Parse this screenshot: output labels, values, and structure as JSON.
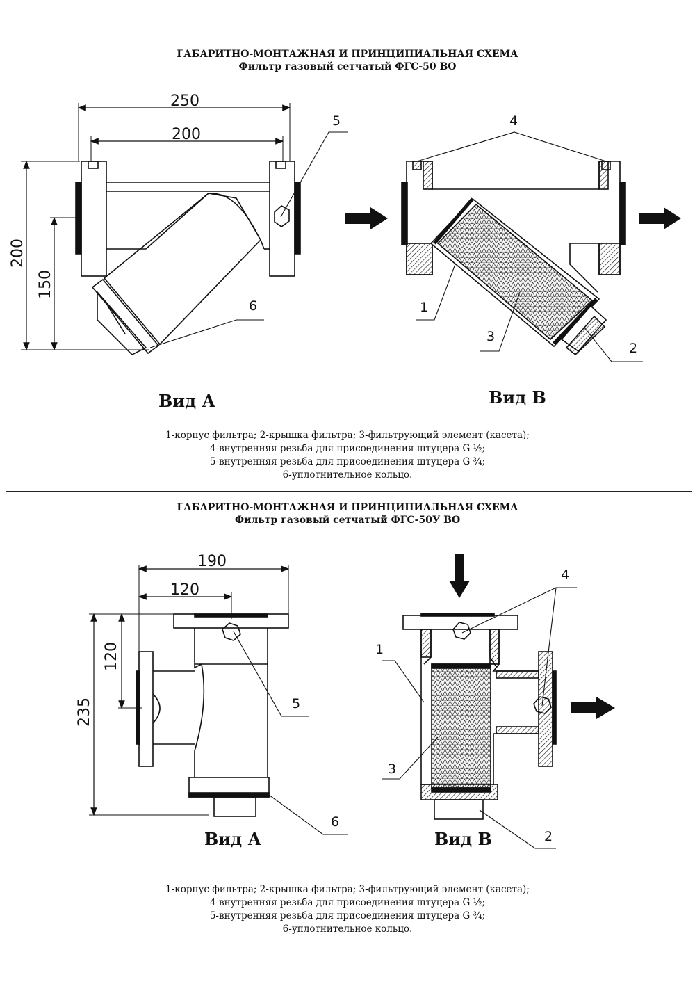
{
  "section1": {
    "title_line1": "ГАБАРИТНО-МОНТАЖНАЯ И ПРИНЦИПИАЛЬНАЯ СХЕМА",
    "title_line2": "Фильтр газовый сетчатый ФГС-50 ВО",
    "view_a": "Вид А",
    "view_b": "Вид В",
    "dims": {
      "d250": "250",
      "d200w": "200",
      "d200h": "200",
      "d150": "150"
    },
    "callouts": {
      "c1": "1",
      "c2": "2",
      "c3": "3",
      "c4": "4",
      "c5": "5",
      "c6": "6"
    },
    "legend": [
      "1-корпус фильтра; 2-крышка фильтра; 3-фильтрующий элемент (касета);",
      "4-внутренняя резьба для присоединения штуцера G ½;",
      "5-внутренняя резьба для присоединения штуцера G ¾;",
      "6-уплотнительное кольцо."
    ]
  },
  "section2": {
    "title_line1": "ГАБАРИТНО-МОНТАЖНАЯ И ПРИНЦИПИАЛЬНАЯ СХЕМА",
    "title_line2": "Фильтр газовый сетчатый ФГС-50У ВО",
    "view_a": "Вид А",
    "view_b": "Вид В",
    "dims": {
      "d190": "190",
      "d120w": "120",
      "d120h": "120",
      "d235": "235"
    },
    "callouts": {
      "c1": "1",
      "c2": "2",
      "c3": "3",
      "c4": "4",
      "c5": "5",
      "c6": "6"
    },
    "legend": [
      "1-корпус фильтра; 2-крышка фильтра; 3-фильтрующий элемент (касета);",
      "4-внутренняя резьба для присоединения штуцера G ½;",
      "5-внутренняя резьба для присоединения штуцера G ¾;",
      "6-уплотнительное кольцо."
    ]
  }
}
